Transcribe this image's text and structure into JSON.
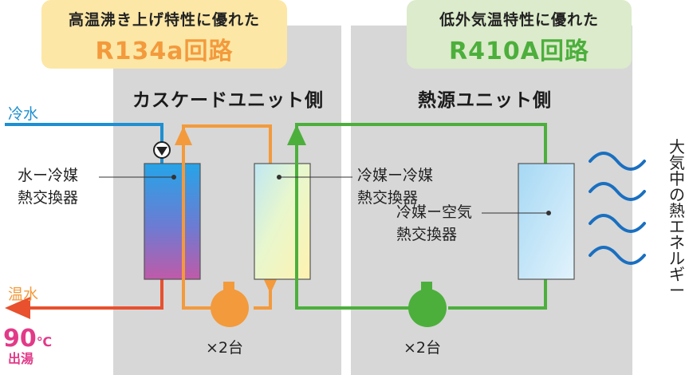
{
  "top_boxes": {
    "left": {
      "line1": "高温沸き上げ特性に優れた",
      "line2": "R134a回路",
      "bg": "#fce7a6",
      "accent": "#f39a3c"
    },
    "right": {
      "line1": "低外気温特性に優れた",
      "line2": "R410A回路",
      "bg": "#dcebcb",
      "accent": "#4caf3c"
    }
  },
  "sections": {
    "cascade": "カスケードユニット側",
    "heat_source": "熱源ユニット側"
  },
  "labels": {
    "water_refrigerant_hx": [
      "水ー冷媒",
      "熱交換器"
    ],
    "refrigerant_refrigerant_hx": [
      "冷媒ー冷媒",
      "熱交換器"
    ],
    "refrigerant_air_hx": [
      "冷媒ー空気",
      "熱交換器"
    ],
    "cold_water": "冷水",
    "hot_water": "温水",
    "compressor_left_qty": "×2台",
    "compressor_right_qty": "×2台",
    "outlet_temp_value": "90",
    "outlet_temp_unit": "℃",
    "outlet_temp_label": "出湯",
    "atmosphere": "大気中の熱エネルギー"
  },
  "colors": {
    "cold_water": "#1e8fd0",
    "hot_water": "#e8502e",
    "r134a": "#f39a3c",
    "r410a": "#4caf3c",
    "outlet_temp": "#e23a88",
    "panel": "#d7d7d7"
  },
  "icons": [
    "pump-icon",
    "compressor-icon",
    "wave-icon",
    "arrow-icon"
  ]
}
